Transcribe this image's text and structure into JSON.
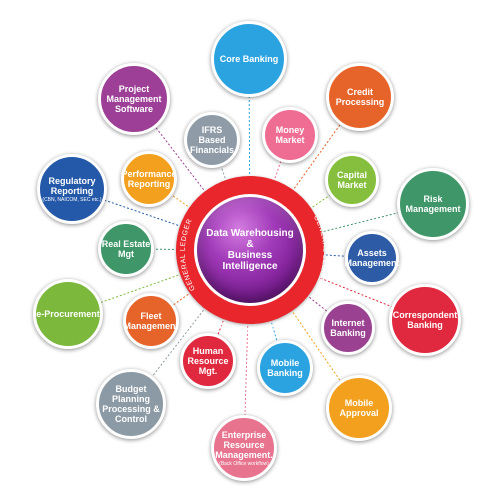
{
  "hub": {
    "title_lines": [
      "Data Warehousing",
      "&",
      "Business Intelligence"
    ],
    "ring_color": "#e8262b",
    "ring_label": "GENERAL LEDGER"
  },
  "nodes": [
    {
      "id": "core-banking",
      "lines": [
        "Core Banking"
      ],
      "color": "#2ba3e0"
    },
    {
      "id": "credit-processing",
      "lines": [
        "Credit",
        "Processing"
      ],
      "color": "#e6632a"
    },
    {
      "id": "risk-management",
      "lines": [
        "Risk",
        "Management"
      ],
      "color": "#3f9668"
    },
    {
      "id": "correspondent-banking",
      "lines": [
        "Correspondent",
        "Banking"
      ],
      "color": "#e0283e"
    },
    {
      "id": "mobile-approval",
      "lines": [
        "Mobile",
        "Approval"
      ],
      "color": "#f2a01e"
    },
    {
      "id": "enterprise-resource-management",
      "lines": [
        "Enterprise",
        "Resource",
        "Management."
      ],
      "sub": "(Back Office workflow)",
      "color": "#e7738f"
    },
    {
      "id": "budget-planning",
      "lines": [
        "Budget Planning",
        "Processing &",
        "Control"
      ],
      "color": "#8c9aa5"
    },
    {
      "id": "e-procurement",
      "lines": [
        "e-Procurement"
      ],
      "color": "#7bb83c"
    },
    {
      "id": "regulatory-reporting",
      "lines": [
        "Regulatory",
        "Reporting"
      ],
      "sub": "(CBN, NAICOM, SEC etc.)",
      "color": "#2458a8"
    },
    {
      "id": "project-management-software",
      "lines": [
        "Project",
        "Management",
        "Software"
      ],
      "color": "#9d3f97"
    },
    {
      "id": "ifrs-based-financials",
      "lines": [
        "IFRS",
        "Based",
        "Financials"
      ],
      "color": "#8f9ca8"
    },
    {
      "id": "money-market",
      "lines": [
        "Money",
        "Market"
      ],
      "color": "#ef6d93"
    },
    {
      "id": "capital-market",
      "lines": [
        "Capital",
        "Market"
      ],
      "color": "#86bf3d"
    },
    {
      "id": "assets-management",
      "lines": [
        "Assets",
        "Management"
      ],
      "color": "#2d5ba6"
    },
    {
      "id": "internet-banking",
      "lines": [
        "Internet",
        "Banking"
      ],
      "color": "#9b4191"
    },
    {
      "id": "mobile-banking",
      "lines": [
        "Mobile",
        "Banking"
      ],
      "color": "#2ba3e0"
    },
    {
      "id": "human-resource-mgt",
      "lines": [
        "Human",
        "Resource",
        "Mgt."
      ],
      "color": "#e0283e"
    },
    {
      "id": "fleet-management",
      "lines": [
        "Fleet",
        "Management"
      ],
      "color": "#e6632a"
    },
    {
      "id": "real-estate-mgt",
      "lines": [
        "Real Estate",
        "Mgt"
      ],
      "color": "#3f9668"
    },
    {
      "id": "performance-reporting",
      "lines": [
        "Performance",
        "Reporting"
      ],
      "color": "#f2a01e"
    }
  ]
}
